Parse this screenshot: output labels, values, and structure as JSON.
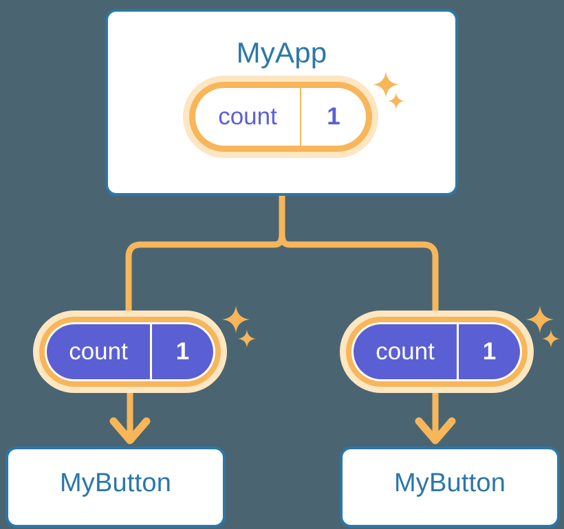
{
  "theme": {
    "background": "#4a6571",
    "card_border": "#2b77a8",
    "card_title_color": "#2b77a8",
    "card_fill": "#ffffff",
    "connector": "#f7b65a",
    "pill_ring": "#f7b65a",
    "pill_glow": "#fde6c2",
    "pill_fill_solid": "#5b5fd4",
    "pill_fill_light": "#ffffff",
    "state_text_light_pill": "#5b5fd4",
    "state_text_solid_pill": "#ffffff",
    "sparkle": "#f7b65a"
  },
  "diagram": {
    "type": "component-tree",
    "root": {
      "name": "MyApp",
      "state": {
        "key": "count",
        "value": "1",
        "style": "outlined"
      }
    },
    "branches": [
      {
        "state": {
          "key": "count",
          "value": "1",
          "style": "filled"
        },
        "child": {
          "name": "MyButton"
        }
      },
      {
        "state": {
          "key": "count",
          "value": "1",
          "style": "filled"
        },
        "child": {
          "name": "MyButton"
        }
      }
    ]
  },
  "icons": {
    "sparkle_large": "sparkle-icon",
    "sparkle_small": "sparkle-icon"
  }
}
